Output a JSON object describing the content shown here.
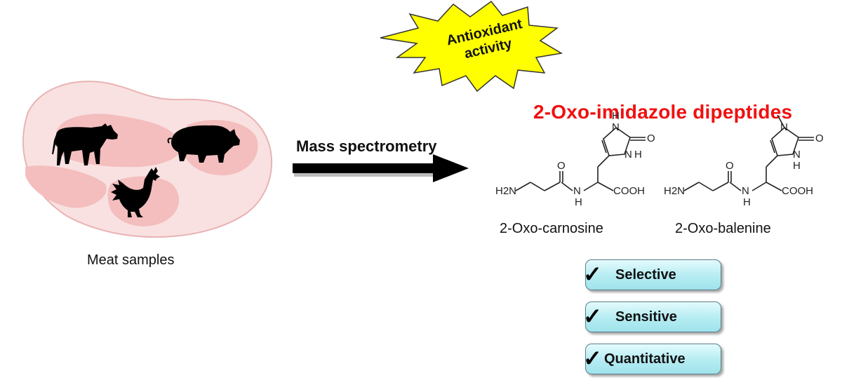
{
  "burst": {
    "line1": "Antioxidant",
    "line2": "activity"
  },
  "title": "2-Oxo-imidazole dipeptides",
  "meat_label": "Meat samples",
  "arrow_label": "Mass spectrometry",
  "compounds": [
    {
      "name": "2-Oxo-carnosine"
    },
    {
      "name": "2-Oxo-balenine"
    }
  ],
  "chem_labels": {
    "amine": "H2N",
    "nh": "H",
    "n": "N",
    "carbonyl_o": "O",
    "ring_o": "O",
    "acid": "COOH"
  },
  "features": [
    {
      "check": "✓",
      "label": "Selective"
    },
    {
      "check": "✓",
      "label": "Sensitive"
    },
    {
      "check": "✓",
      "label": "Quantitative"
    }
  ],
  "colors": {
    "title": "#f01010",
    "meat_outer": "#f9e1e1",
    "meat_inner": "#f4bebe",
    "burst": "#ffff00",
    "pill": "#b8edf3"
  },
  "icons": [
    "cow-silhouette-icon",
    "pig-silhouette-icon",
    "chicken-silhouette-icon",
    "checkmark-icon",
    "arrow-right-icon"
  ]
}
